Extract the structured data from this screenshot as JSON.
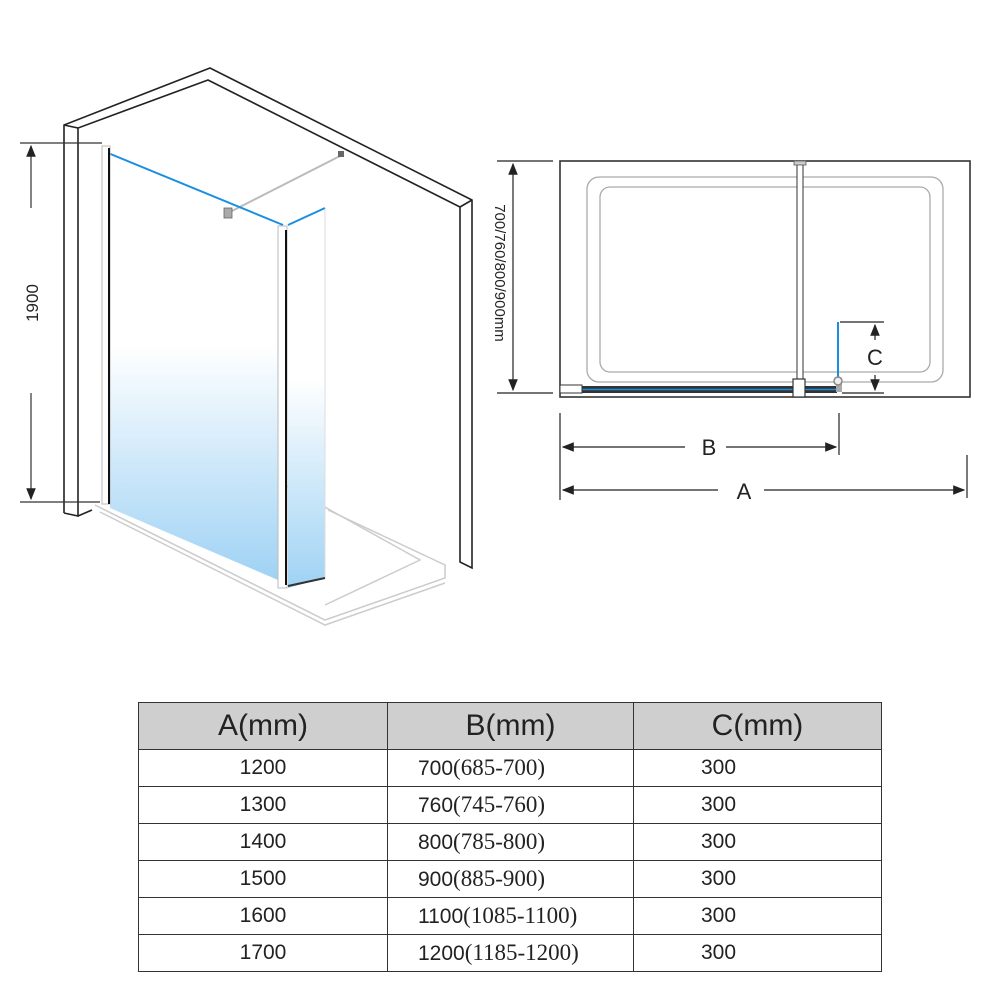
{
  "perspective_view": {
    "height_label": "1900"
  },
  "plan_view": {
    "depth_label": "700/760/800/900mm",
    "dim_a_label": "A",
    "dim_b_label": "B",
    "dim_c_label": "C"
  },
  "colors": {
    "glass_edge": "#1a8fe0",
    "header_bg": "#cfcfcf"
  },
  "table": {
    "headers": [
      "A(mm)",
      "B(mm)",
      "C(mm)"
    ],
    "rows": [
      {
        "a": "1200",
        "b": "700",
        "b_range": "(685-700)",
        "c": "300"
      },
      {
        "a": "1300",
        "b": "760",
        "b_range": "(745-760)",
        "c": "300"
      },
      {
        "a": "1400",
        "b": "800",
        "b_range": "(785-800)",
        "c": "300"
      },
      {
        "a": "1500",
        "b": "900",
        "b_range": "(885-900)",
        "c": "300"
      },
      {
        "a": "1600",
        "b": "1100",
        "b_range": "(1085-1100)",
        "c": "300"
      },
      {
        "a": "1700",
        "b": "1200",
        "b_range": "(1185-1200)",
        "c": "300"
      }
    ]
  }
}
